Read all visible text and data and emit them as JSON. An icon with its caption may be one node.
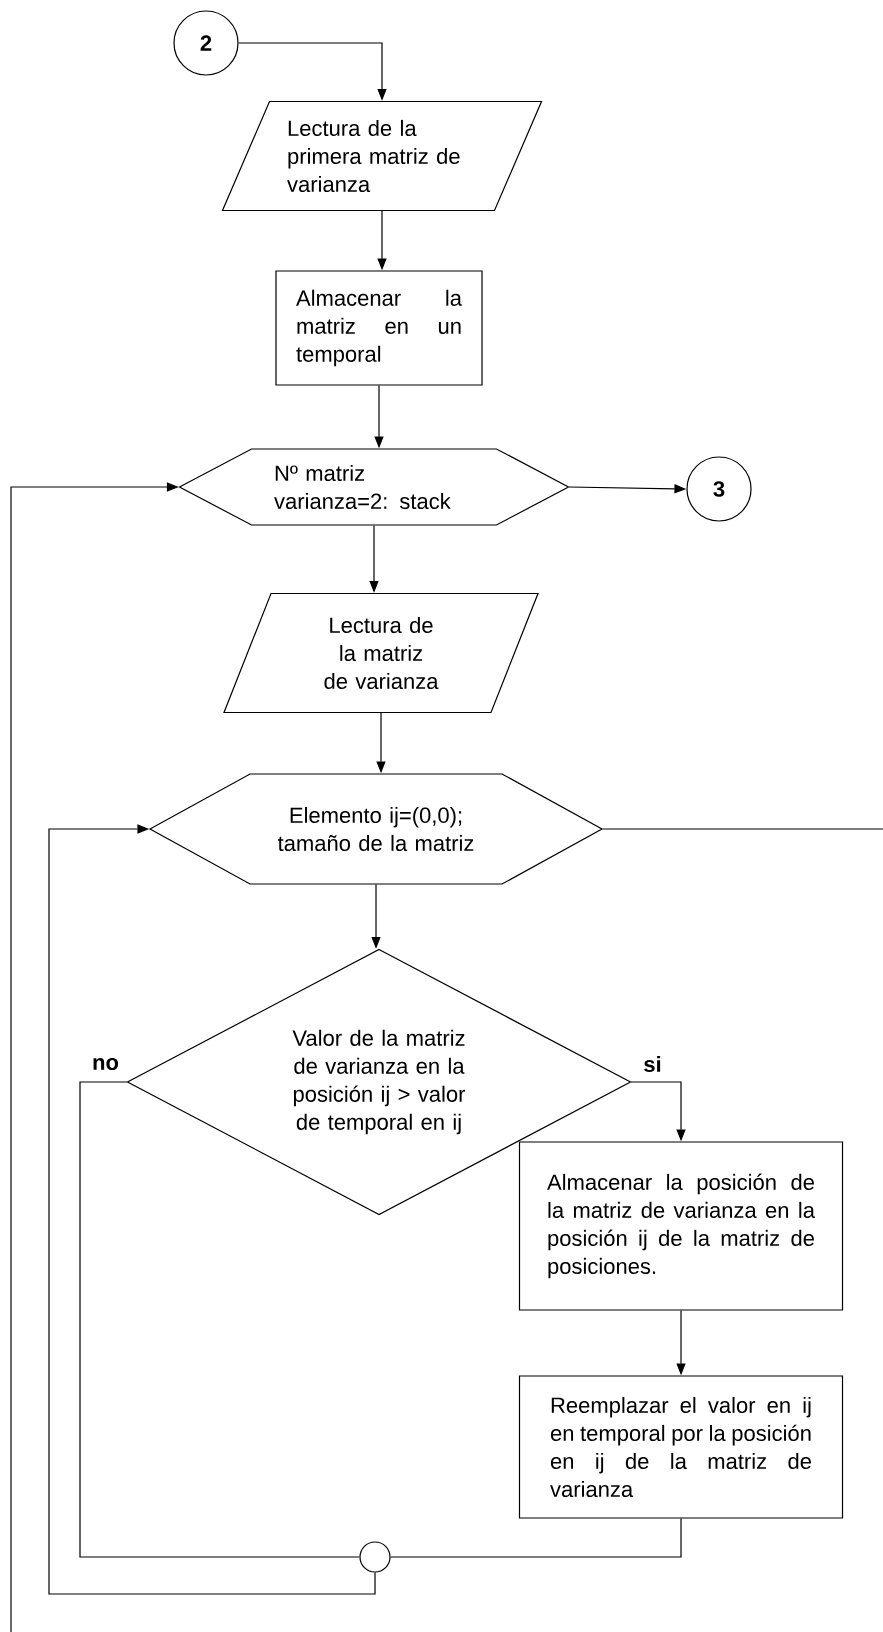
{
  "diagram": {
    "nodes": [
      {
        "text": [
          "2"
        ]
      },
      {
        "text": [
          "Lectura de la primera matriz de varianza"
        ]
      },
      {
        "text": [
          "Almacenar la matriz en un temporal"
        ]
      },
      {
        "text": [
          "Nº matriz varianza=2: stack"
        ]
      },
      {
        "text": [
          "3"
        ]
      },
      {
        "text": [
          "Lectura de la matriz de varianza"
        ]
      },
      {
        "text": [
          "Elemento ij=(0,0); tamaño de la matriz"
        ]
      },
      {
        "text": [
          "Valor de la matriz de varianza en la posición ij > valor de temporal en ij"
        ]
      },
      {
        "text": [
          "Almacenar la posición de la matriz de varianza en la posición ij de la matriz de posiciones."
        ]
      },
      {
        "text": [
          "Reemplazar el valor en ij en temporal por la posición en ij de la matriz de varianza"
        ]
      },
      {
        "text": [],
        "shape": "circle"
      }
    ],
    "edges": [
      {
        "from": 0,
        "to": 1,
        "arrow": "to"
      },
      {
        "from": 1,
        "to": 2,
        "arrow": "to"
      },
      {
        "from": 2,
        "to": 3,
        "arrow": "to"
      },
      {
        "from": 3,
        "to": 4,
        "arrow": "to"
      },
      {
        "from": 3,
        "to": 5,
        "arrow": "to"
      },
      {
        "from": 5,
        "to": 6,
        "arrow": "to"
      },
      {
        "from": 6,
        "to": 7,
        "arrow": "to"
      },
      {
        "from": 7,
        "to": 8,
        "arrow": "to",
        "label": "si"
      },
      {
        "from": 7,
        "to": 10,
        "arrow": "none",
        "label": "no"
      },
      {
        "from": 8,
        "to": 9,
        "arrow": "to"
      },
      {
        "from": 9,
        "to": 10,
        "arrow": "none"
      },
      {
        "from": 10,
        "to": 6,
        "arrow": "to"
      },
      {
        "from": 6,
        "to": null,
        "arrow": "none"
      },
      {
        "from": null,
        "to": 3,
        "arrow": "to"
      }
    ]
  }
}
